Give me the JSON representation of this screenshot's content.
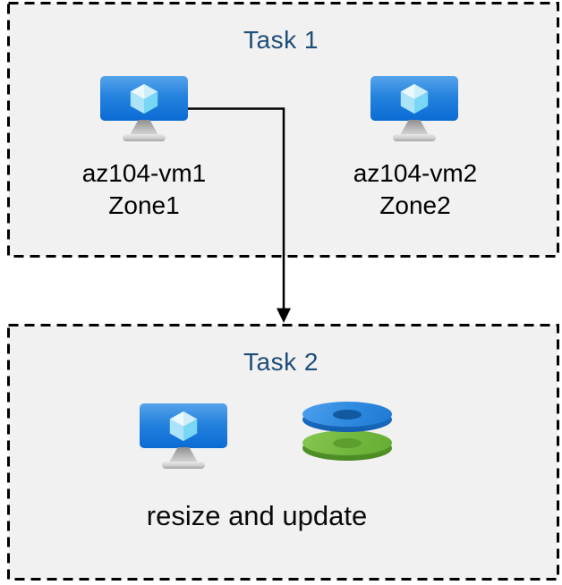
{
  "diagram": {
    "task1": {
      "title": "Task 1",
      "vms": [
        {
          "name": "az104-vm1",
          "zone": "Zone1"
        },
        {
          "name": "az104-vm2",
          "zone": "Zone2"
        }
      ]
    },
    "task2": {
      "title": "Task 2",
      "caption": "resize and update"
    },
    "icons": {
      "vm": "virtual-machine-icon",
      "disks": "managed-disks-icon",
      "arrow": "flow-arrow-down"
    },
    "colors": {
      "box_background": "#f1f1f1",
      "box_border": "#000000",
      "title_text": "#1f4e79",
      "body_text": "#000000",
      "vm_screen_blue": "#2583de",
      "disk_blue": "#2e89e0",
      "disk_green": "#72b73d",
      "arrow": "#000000"
    }
  }
}
